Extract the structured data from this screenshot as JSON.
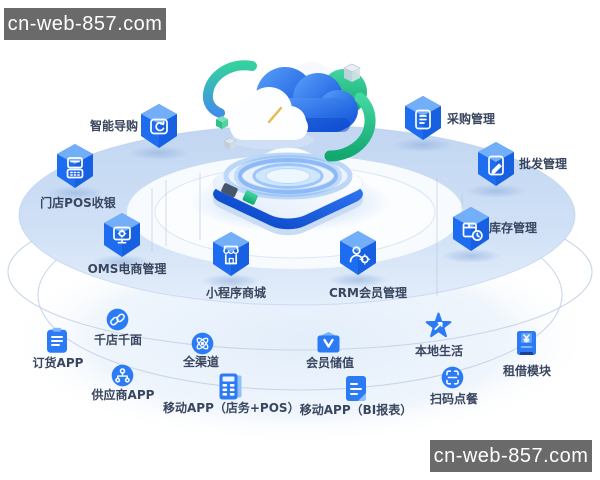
{
  "watermark": {
    "text": "cn-web-857.com"
  },
  "colors": {
    "primary_blue": "#2b7bf6",
    "deep_blue": "#1257d6",
    "green": "#22c98d",
    "ring_blue": "#c7dbf4",
    "label_text": "#39465f",
    "watermark_bg": "#6a6a6a"
  },
  "center": {
    "illustration": "cloud-pos-platform"
  },
  "ring_features": [
    {
      "label": "智能导购",
      "icon": "smart-guide-icon"
    },
    {
      "label": "采购管理",
      "icon": "purchase-icon"
    },
    {
      "label": "批发管理",
      "icon": "wholesale-icon"
    },
    {
      "label": "门店POS收银",
      "icon": "store-pos-icon"
    },
    {
      "label": "库存管理",
      "icon": "inventory-icon"
    },
    {
      "label": "OMS电商管理",
      "icon": "oms-icon"
    },
    {
      "label": "小程序商城",
      "icon": "mini-mall-icon"
    },
    {
      "label": "CRM会员管理",
      "icon": "crm-member-icon"
    }
  ],
  "app_features": [
    {
      "label": "订货APP",
      "icon": "order-app-icon"
    },
    {
      "label": "千店千面",
      "icon": "thousand-stores-icon"
    },
    {
      "label": "全渠道",
      "icon": "omnichannel-icon"
    },
    {
      "label": "供应商APP",
      "icon": "supplier-app-icon"
    },
    {
      "label": "移动APP（店务+POS）",
      "icon": "mobile-pos-app-icon"
    },
    {
      "label": "会员储值",
      "icon": "member-value-icon"
    },
    {
      "label": "本地生活",
      "icon": "local-life-icon"
    },
    {
      "label": "扫码点餐",
      "icon": "scan-order-icon"
    },
    {
      "label": "移动APP（BI报表）",
      "icon": "mobile-bi-app-icon"
    },
    {
      "label": "租借模块",
      "icon": "rental-module-icon"
    }
  ]
}
